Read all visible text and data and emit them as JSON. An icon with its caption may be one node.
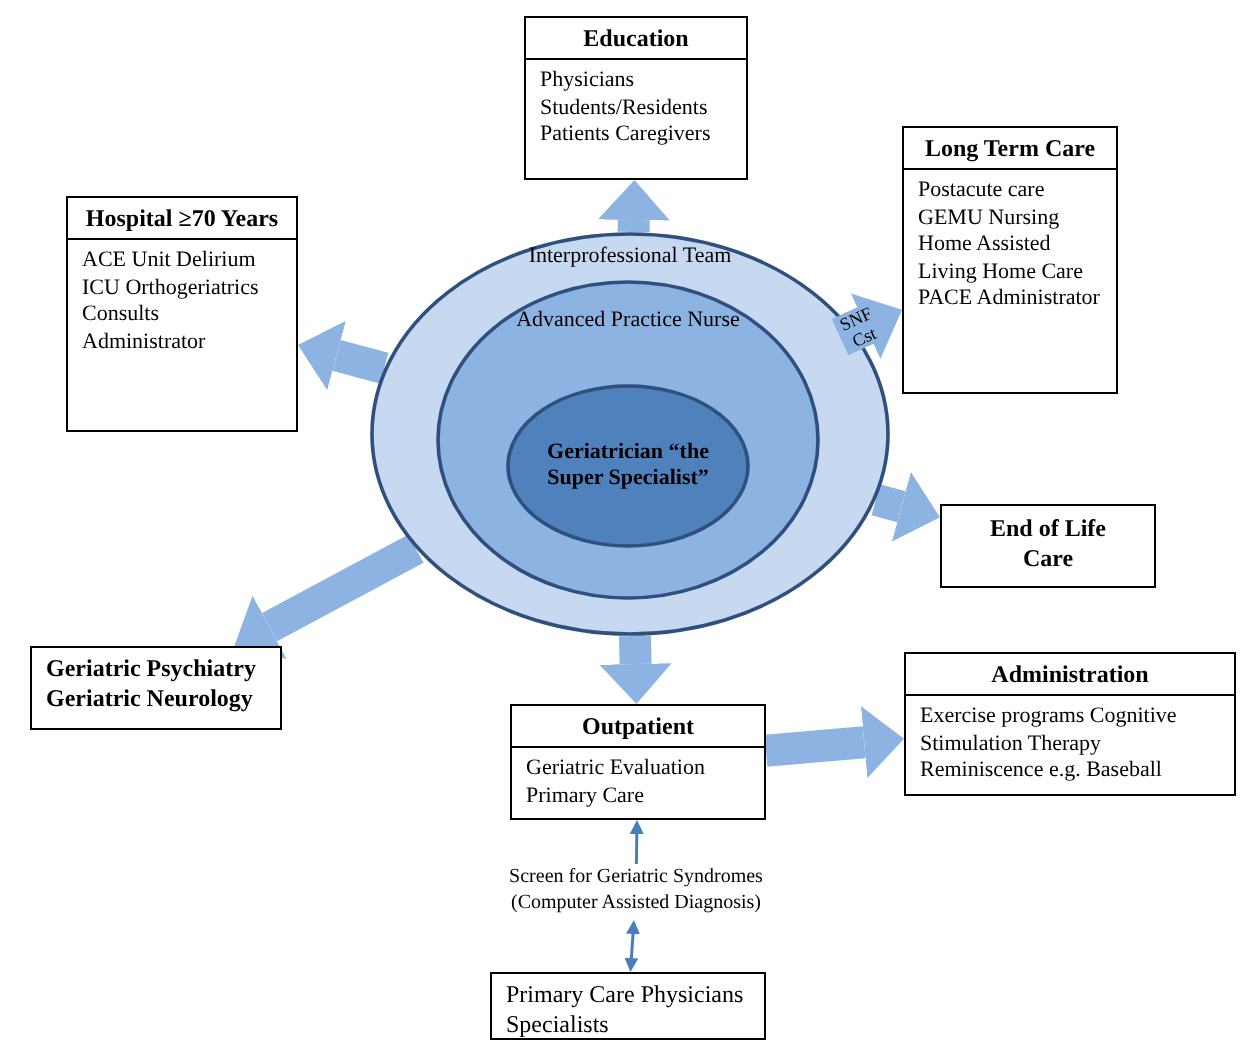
{
  "diagram": {
    "nodes": [
      {
        "text": [
          "Interprofessional Team"
        ]
      },
      {
        "text": [
          "Advanced Practice Nurse"
        ],
        "in": 0
      },
      {
        "text": [
          "Geriatrician “the Super Specialist”"
        ],
        "in": 1
      },
      {
        "text": [
          "Education",
          "Physicians Students/Residents Patients Caregivers"
        ]
      },
      {
        "text": [
          "Hospital ≥70 Years",
          "ACE Unit Delirium ICU Orthogeriatrics Consults Administrator"
        ]
      },
      {
        "text": [
          "Long Term Care",
          "Postacute care GEMU Nursing Home Assisted Living Home Care PACE Administrator"
        ]
      },
      {
        "text": [
          "End of Life Care"
        ]
      },
      {
        "text": [
          "Geriatric Psychiatry Geriatric Neurology"
        ]
      },
      {
        "text": [
          "Outpatient",
          "Geriatric Evaluation Primary Care"
        ]
      },
      {
        "text": [
          "Administration",
          "Exercise programs Cognitive Stimulation Therapy Reminiscence e.g. Baseball"
        ]
      },
      {
        "text": [
          "Screen for Geriatric Syndromes (Computer Assisted Diagnosis)"
        ]
      },
      {
        "text": [
          "Primary Care Physicians Specialists"
        ]
      }
    ],
    "edges": [
      {
        "from": 0,
        "to": 3,
        "arrow": "to"
      },
      {
        "from": 0,
        "to": 4,
        "arrow": "to"
      },
      {
        "from": 0,
        "to": 5,
        "arrow": "to",
        "label": "SNF Cst"
      },
      {
        "from": 0,
        "to": 6,
        "arrow": "to"
      },
      {
        "from": 0,
        "to": 7,
        "arrow": "to"
      },
      {
        "from": 0,
        "to": 8,
        "arrow": "to"
      },
      {
        "from": 8,
        "to": 9,
        "arrow": "to"
      },
      {
        "from": 10,
        "to": 8,
        "arrow": "to",
        "color": "#4a7ebb"
      },
      {
        "from": 10,
        "to": 11,
        "arrow": "both",
        "color": "#4a7ebb"
      }
    ]
  }
}
